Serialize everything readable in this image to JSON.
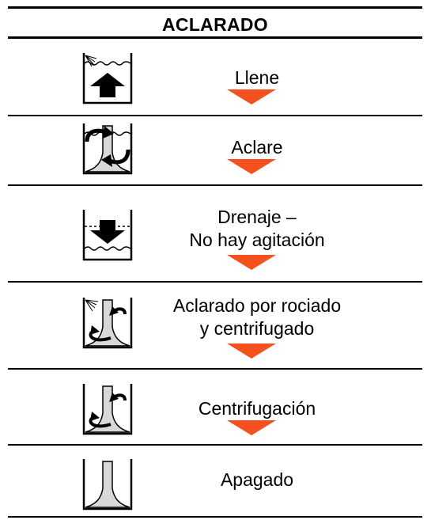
{
  "title": "ACLARADO",
  "accent_color": "#f4511e",
  "steps": [
    {
      "icon": "fill-tub-icon",
      "lines": [
        "Llene"
      ]
    },
    {
      "icon": "rinse-agitate-icon",
      "lines": [
        "Aclare"
      ]
    },
    {
      "icon": "drain-icon",
      "lines": [
        "Drenaje –",
        "No hay agitación"
      ]
    },
    {
      "icon": "spray-rinse-spin-icon",
      "lines": [
        "Aclarado por rociado",
        "y centrifugado"
      ]
    },
    {
      "icon": "spin-icon",
      "lines": [
        "Centrifugación"
      ]
    },
    {
      "icon": "off-icon",
      "lines": [
        "Apagado"
      ]
    }
  ]
}
